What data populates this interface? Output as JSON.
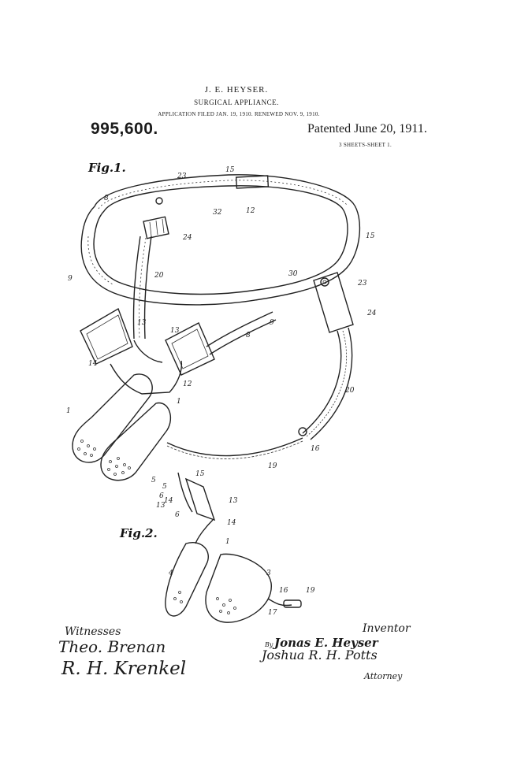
{
  "header": {
    "inventor_name": "J. E. HEYSER.",
    "title": "SURGICAL APPLIANCE.",
    "application_line": "APPLICATION FILED JAN. 19, 1910. RENEWED NOV. 9, 1910.",
    "patent_number": "995,600.",
    "patent_date": "Patented June 20, 1911.",
    "sheets": "3 SHEETS-SHEET 1."
  },
  "figures": {
    "fig1_label": "Fig.1.",
    "fig2_label": "Fig.2."
  },
  "reference_numerals": {
    "fig1": [
      "23",
      "15",
      "8",
      "32",
      "12",
      "24",
      "15",
      "9",
      "20",
      "30",
      "23",
      "24",
      "13",
      "13",
      "9",
      "8",
      "12",
      "14",
      "1",
      "20",
      "1",
      "16",
      "19",
      "5"
    ],
    "fig2": [
      "5",
      "6",
      "13",
      "14",
      "13",
      "6",
      "15",
      "14",
      "1",
      "4",
      "3",
      "16",
      "19",
      "17"
    ]
  },
  "footer": {
    "witnesses_label": "Witnesses",
    "witness_signature_1": "Theo. Brenan",
    "witness_signature_2": "R. H. Krenkel",
    "inventor_label": "Inventor",
    "inventor_signature": "Jonas E. Heyser",
    "by_label": "By",
    "attorney_signature": "Joshua R. H. Potts",
    "attorney_label": "Attorney"
  }
}
